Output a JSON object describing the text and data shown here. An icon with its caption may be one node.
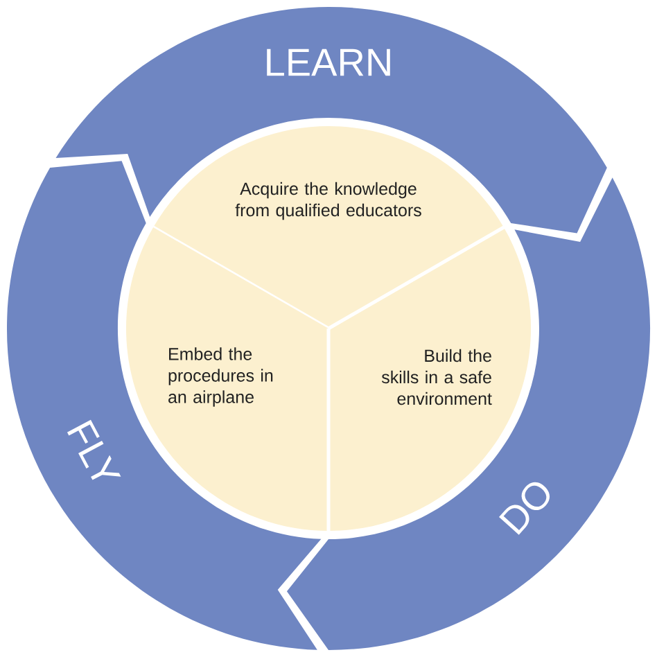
{
  "diagram": {
    "nodes": [
      {
        "text": [
          "LEARN"
        ]
      },
      {
        "text": [
          "DO"
        ]
      },
      {
        "text": [
          "FLY"
        ]
      },
      {
        "text": [
          "Acquire the knowledge from qualified educators"
        ]
      },
      {
        "text": [
          "Build the skills in a safe environment"
        ]
      },
      {
        "text": [
          "Embed the procedures in an airplane"
        ]
      }
    ]
  }
}
